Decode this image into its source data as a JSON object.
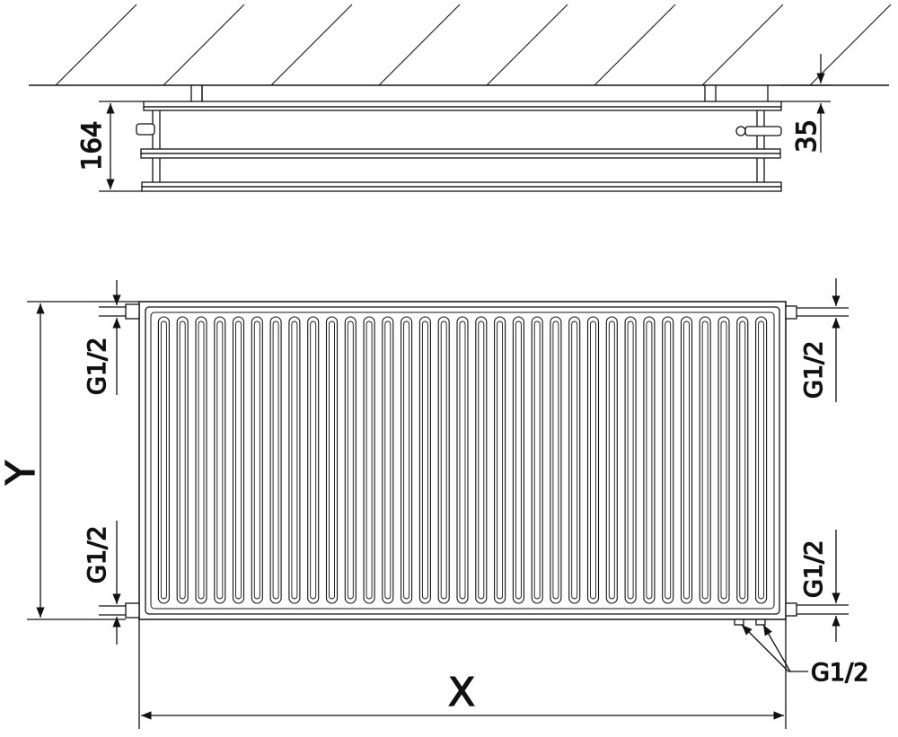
{
  "top_view": {
    "depth_label": "164",
    "offset_label": "35"
  },
  "front_view": {
    "connection_left_top": "G1/2",
    "connection_left_bottom": "G1/2",
    "connection_right_top": "G1/2",
    "connection_right_bottom": "G1/2",
    "connection_bottom": "G1/2",
    "height_label": "Y",
    "width_label": "X"
  },
  "panel": {
    "channel_count": 33
  },
  "colors": {
    "line": "#111111",
    "background": "#ffffff"
  }
}
